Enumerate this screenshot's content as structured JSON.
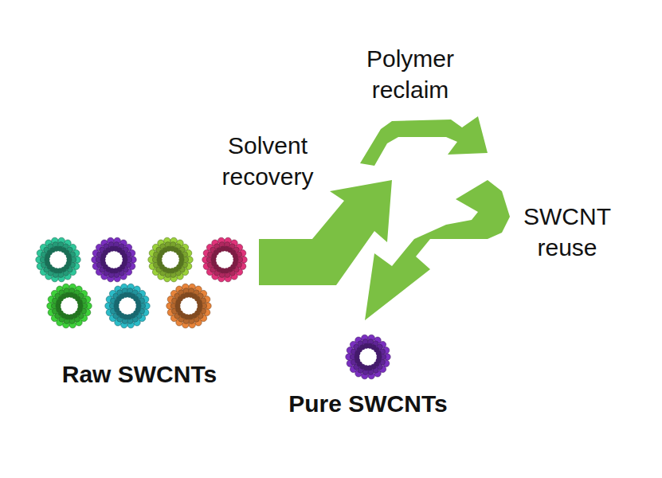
{
  "diagram": {
    "labels": [
      "Solvent recovery",
      "Polymer reclaim",
      "SWCNT reuse",
      "Raw SWCNTs",
      "Pure SWCNTs"
    ]
  }
}
